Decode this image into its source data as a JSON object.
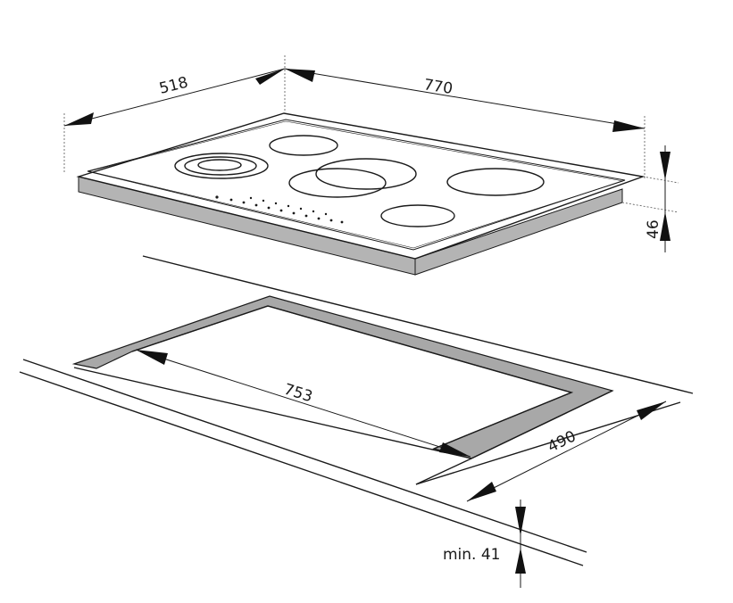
{
  "dimensions": {
    "depth": "518",
    "width": "770",
    "height": "46",
    "cutout_width": "753",
    "cutout_depth": "490",
    "min_thickness": "min. 41"
  },
  "colors": {
    "line": "#1a1a1a",
    "side": "#b4b4b4",
    "frame": "#a8a8a8",
    "background": "#ffffff"
  }
}
